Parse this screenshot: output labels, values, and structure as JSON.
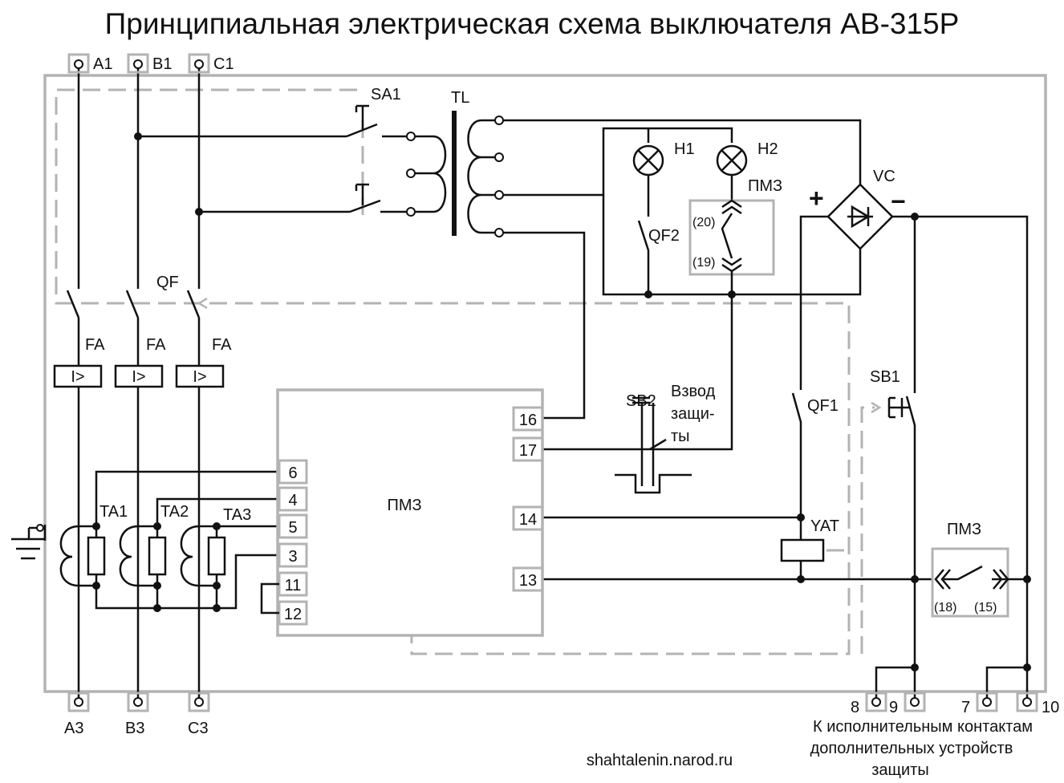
{
  "title": "Принципиальная электрическая схема выключателя АВ-315Р",
  "terminals_top": [
    "A1",
    "B1",
    "C1"
  ],
  "terminals_bottom": [
    "A3",
    "B3",
    "C3"
  ],
  "labels": {
    "sa1": "SA1",
    "tl": "TL",
    "h1": "H1",
    "h2": "H2",
    "vc": "VC",
    "plus": "+",
    "minus": "−",
    "qf": "QF",
    "qf1": "QF1",
    "qf2": "QF2",
    "pmz": "ПМЗ",
    "pmz_contact_20": "(20)",
    "pmz_contact_19": "(19)",
    "pmz_contact_18": "(18)",
    "pmz_contact_15": "(15)",
    "fa": "FA",
    "relay": "I>",
    "ta1": "TA1",
    "ta2": "TA2",
    "ta3": "TA3",
    "sb1": "SB1",
    "sb2": "SB2",
    "sb2_note": [
      "Взвод",
      "защи-",
      "ты"
    ],
    "yat": "YAT"
  },
  "pmz_block": {
    "name": "ПМЗ",
    "left_pins": [
      "6",
      "4",
      "5",
      "3",
      "11",
      "12"
    ],
    "right_pins": [
      "16",
      "17",
      "14",
      "13"
    ]
  },
  "aux_terminals": [
    "8",
    "9",
    "7",
    "10"
  ],
  "aux_note": [
    "К исполнительным контактам",
    "дополнительных устройств",
    "защиты"
  ],
  "source": "shahtalenin.narod.ru"
}
